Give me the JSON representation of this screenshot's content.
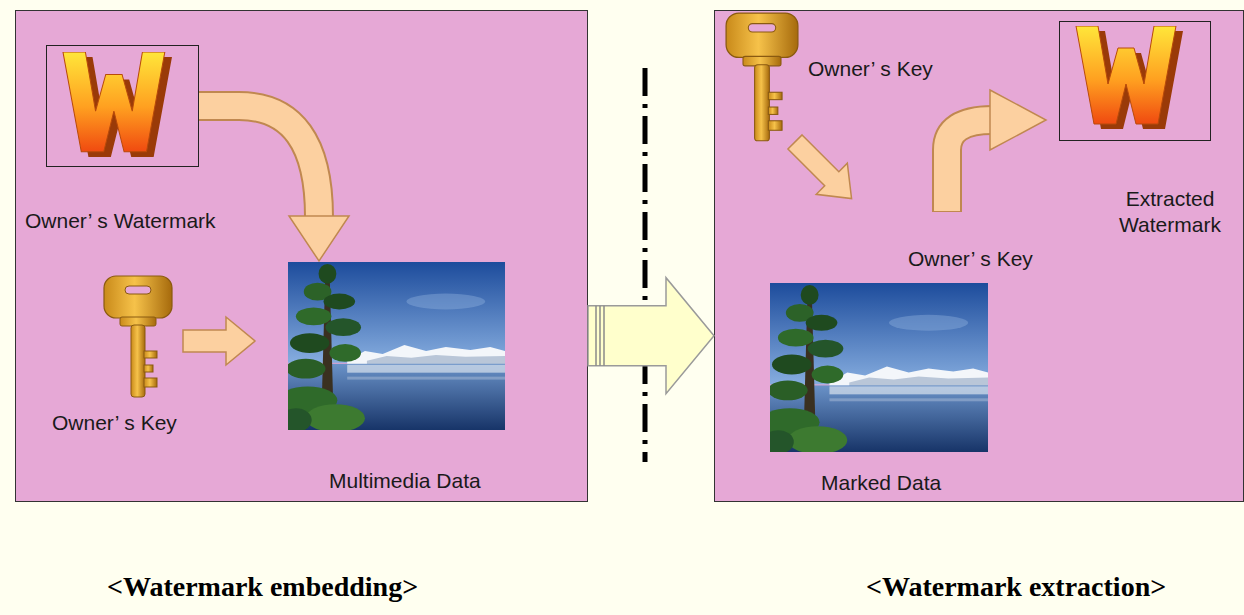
{
  "diagram": {
    "nodes": [
      {
        "text": [
          "<Watermark embedding>"
        ]
      },
      {
        "text": [
          "Owner’ s Watermark"
        ],
        "in": 0
      },
      {
        "text": [
          "Multimedia Data"
        ],
        "in": 0
      },
      {
        "text": [
          "<Watermark extraction>"
        ]
      },
      {
        "text": [
          "Marked Data"
        ],
        "in": 3
      },
      {
        "text": [
          "Extracted Watermark"
        ],
        "in": 3
      }
    ],
    "edges": [
      {
        "from": 0,
        "to": 3,
        "arrow": "to"
      },
      {
        "from": 1,
        "to": 2,
        "arrow": "to"
      }
    ],
    "labels": [
      "Owner’ s Key",
      "Owner’ s Key",
      "Owner’ s Key"
    ]
  }
}
